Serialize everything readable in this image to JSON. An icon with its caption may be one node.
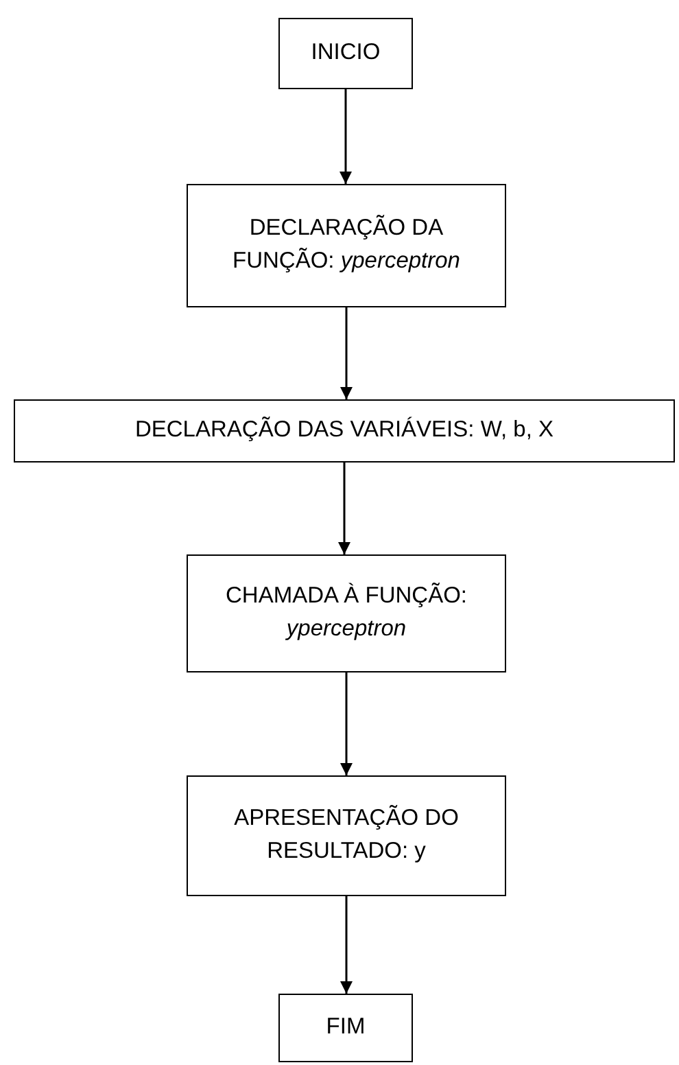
{
  "diagram": {
    "nodes": [
      {
        "text": [
          "INICIO"
        ]
      },
      {
        "text": [
          "DECLARAÇÃO DA FUNÇÃO: *yperceptron*"
        ]
      },
      {
        "text": [
          "DECLARAÇÃO DAS VARIÁVEIS: W, b, X"
        ]
      },
      {
        "text": [
          "CHAMADA À FUNÇÃO: *yperceptron*"
        ]
      },
      {
        "text": [
          "APRESENTAÇÃO DO RESULTADO: y"
        ]
      },
      {
        "text": [
          "FIM"
        ]
      }
    ],
    "edges": [
      {
        "from": 0,
        "to": 1,
        "arrow": "to"
      },
      {
        "from": 1,
        "to": 2,
        "arrow": "to"
      },
      {
        "from": 2,
        "to": 3,
        "arrow": "to"
      },
      {
        "from": 3,
        "to": 4,
        "arrow": "to"
      },
      {
        "from": 4,
        "to": 5,
        "arrow": "to"
      }
    ]
  }
}
